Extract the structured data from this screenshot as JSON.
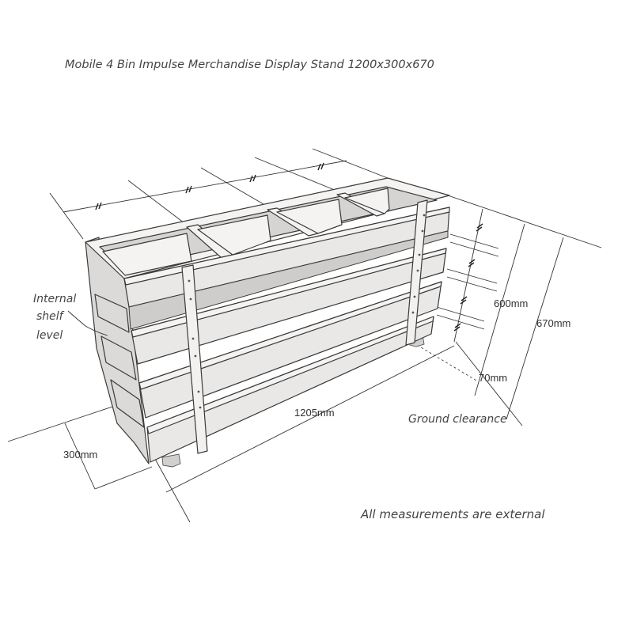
{
  "title": "Mobile 4 Bin Impulse Merchandise Display Stand 1200x300x670",
  "labels": {
    "internal_shelf_line1": "Internal",
    "internal_shelf_line2": "shelf",
    "internal_shelf_line3": "level",
    "ground_clearance": "Ground clearance",
    "note": "All measurements are external"
  },
  "dimensions": {
    "length": "1205mm",
    "depth": "300mm",
    "inner_height": "600mm",
    "total_height": "670mm",
    "clearance": "70mm"
  },
  "colors": {
    "line": "#333333",
    "wood": "#e9e8e7"
  }
}
